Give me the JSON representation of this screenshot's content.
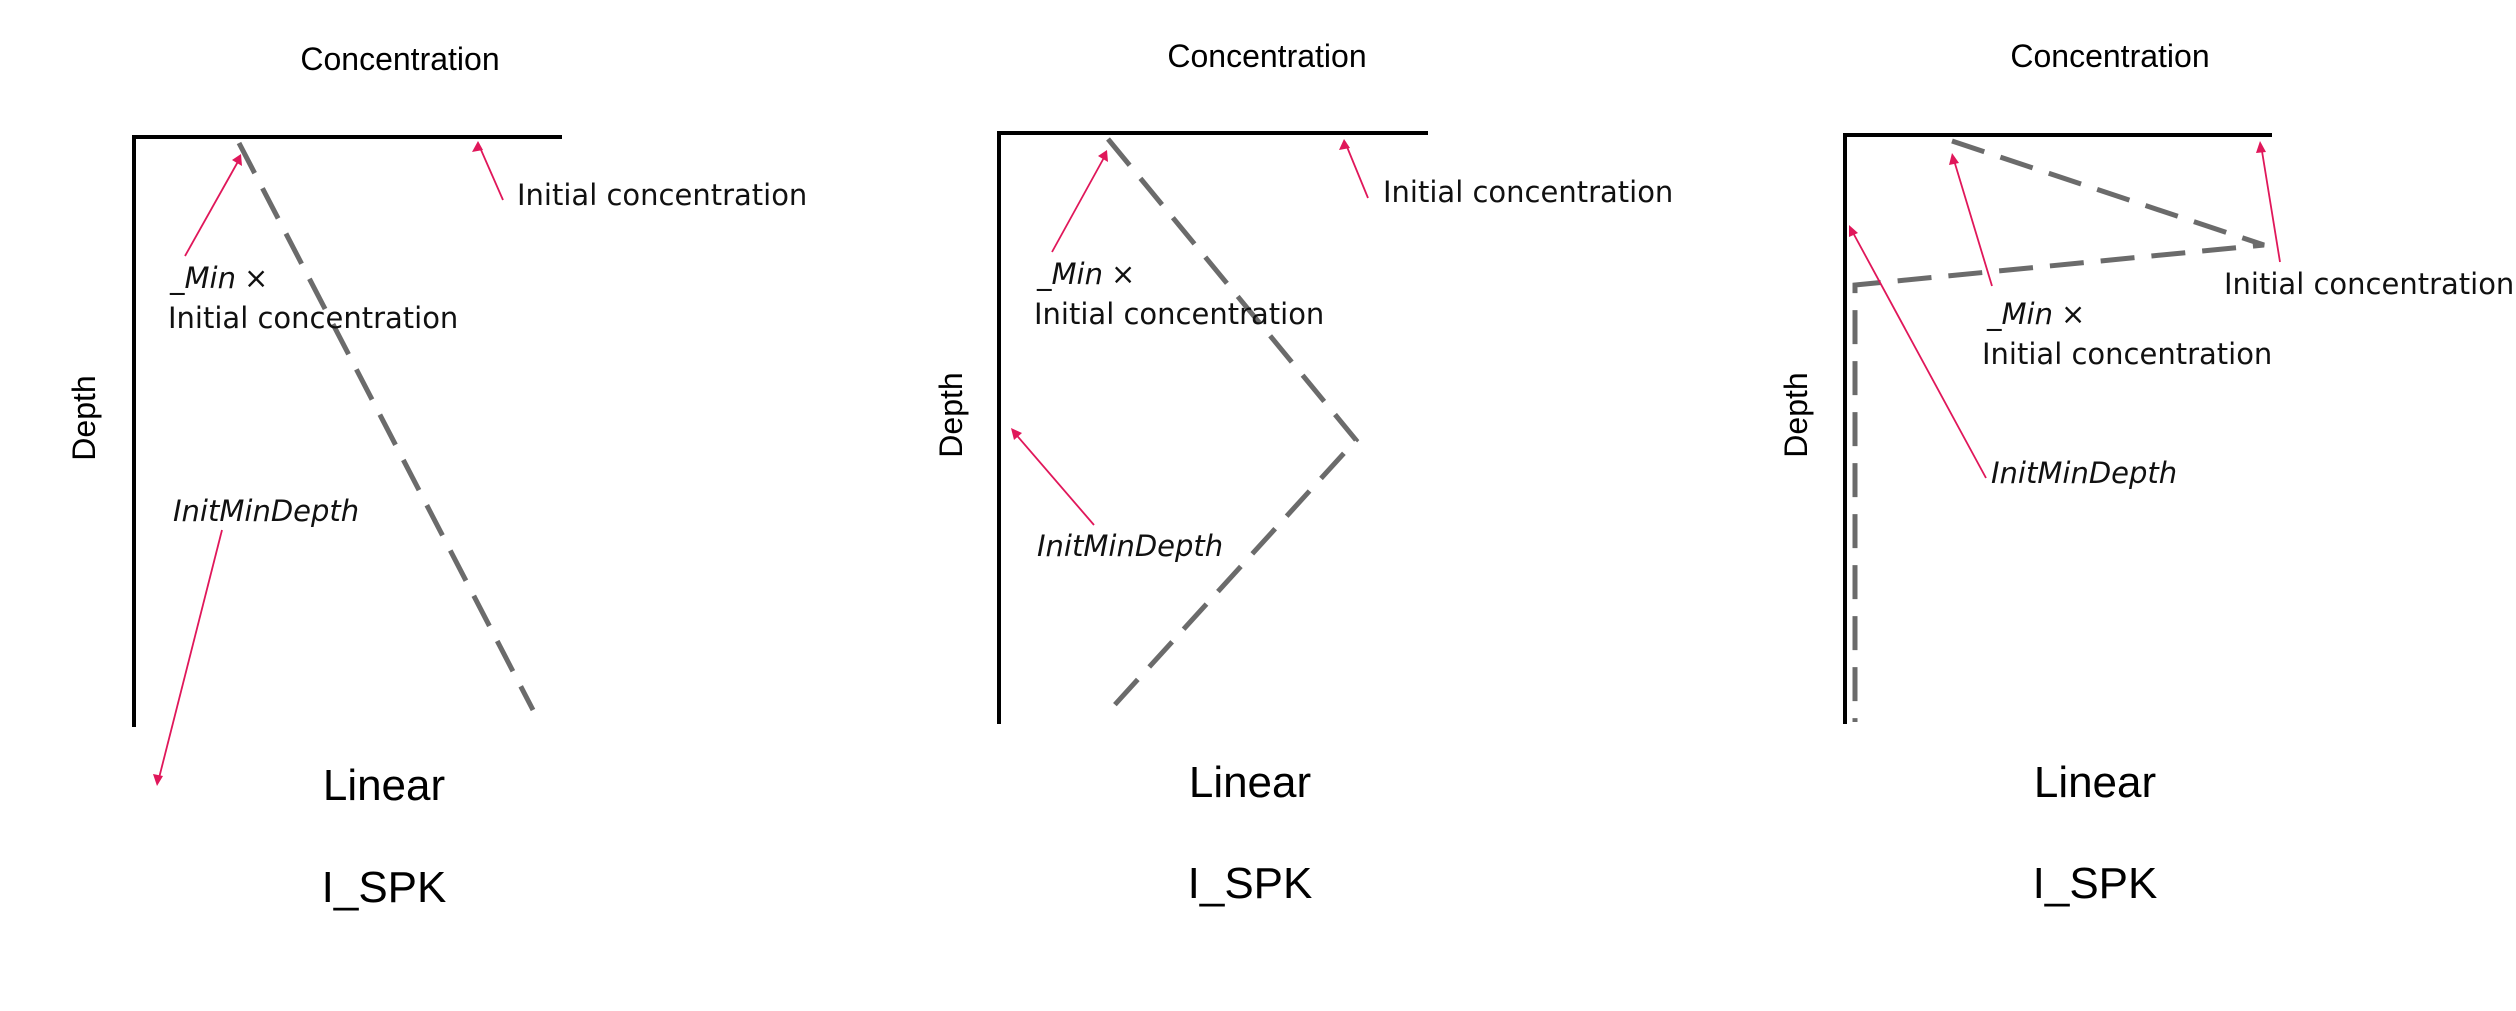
{
  "panels": [
    {
      "axis_top_label": "Concentration",
      "axis_left_label": "Depth",
      "label_initial": "Initial concentration",
      "label_min_var": "_Min",
      "label_times": "×",
      "label_min_line2": "Initial concentration",
      "label_init_min_depth": "InitMinDepth",
      "title_shape": "Linear",
      "title_code": "I_SPK"
    },
    {
      "axis_top_label": "Concentration",
      "axis_left_label": "Depth",
      "label_initial": "Initial concentration",
      "label_min_var": "_Min",
      "label_times": "×",
      "label_min_line2": "Initial concentration",
      "label_init_min_depth": "InitMinDepth",
      "title_shape": "Linear",
      "title_code": "I_SPK"
    },
    {
      "axis_top_label": "Concentration",
      "axis_left_label": "Depth",
      "label_initial": "Initial concentration",
      "label_min_var": "_Min",
      "label_times": "×",
      "label_min_line2": "Initial concentration",
      "label_init_min_depth": "InitMinDepth",
      "title_shape": "Linear",
      "title_code": "I_SPK"
    }
  ],
  "colors": {
    "axis": "#000000",
    "profile": "#6b6b6b",
    "annotation_arrow": "#e0175a"
  }
}
